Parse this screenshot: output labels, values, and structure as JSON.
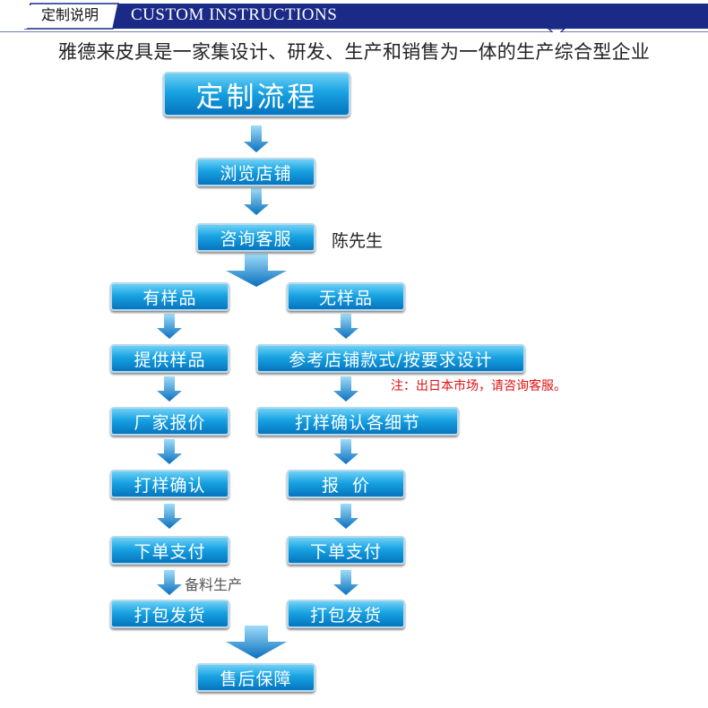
{
  "header": {
    "tab_label": "定制说明",
    "title": "CUSTOM  INSTRUCTIONS",
    "colors": {
      "band": "#1a2a86",
      "accent": "#1a2a86"
    }
  },
  "subtitle": "雅德来皮具是一家集设计、研发、生产和销售为一体的生产综合型企业",
  "flow": {
    "title": "定制流程",
    "browse": "浏览店铺",
    "consult": "咨询客服",
    "contact": "陈先生",
    "left": {
      "head": "有样品",
      "steps": [
        "提供样品",
        "厂家报价",
        "打样确认",
        "下单支付",
        "打包发货"
      ],
      "note_after_pay": "备料生产"
    },
    "right": {
      "head": "无样品",
      "steps": [
        "参考店铺款式/按要求设计",
        "打样确认各细节",
        "报  价",
        "下单支付",
        "打包发货"
      ],
      "note": "注：出日本市场，请咨询客服。"
    },
    "final": "售后保障",
    "colors": {
      "box_top": "#6ed0f6",
      "box_bottom": "#0574bf",
      "arrow": "#1e86cc",
      "note": "#e01010"
    }
  }
}
